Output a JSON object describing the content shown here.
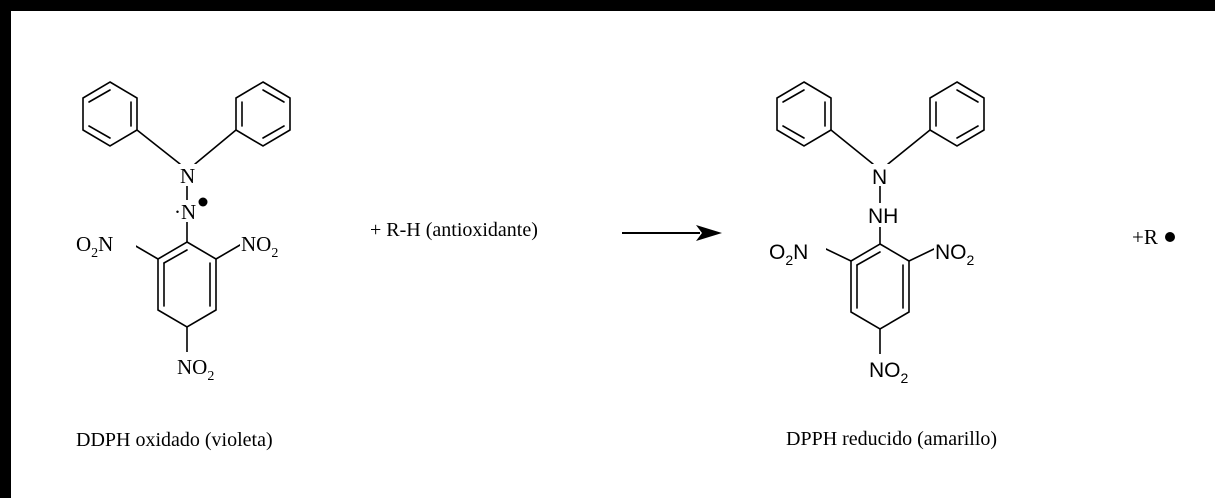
{
  "reactant": {
    "caption": "DDPH oxidado (violeta)",
    "n_top": "N",
    "n_radical": "·N",
    "o2n_left_o": "O",
    "o2n_left_sub": "2",
    "o2n_left_n": "N",
    "no2_right_n": "NO",
    "no2_right_sub": "2",
    "no2_bottom_n": "NO",
    "no2_bottom_sub": "2"
  },
  "reagent": {
    "label": "+ R-H (antioxidante)"
  },
  "product": {
    "caption": "DPPH reducido (amarillo)",
    "n_top": "N",
    "nh": "NH",
    "o2n_left_o": "O",
    "o2n_left_sub": "2",
    "o2n_left_n": "N",
    "no2_right_n": "NO",
    "no2_right_sub": "2",
    "no2_bottom_n": "NO",
    "no2_bottom_sub": "2"
  },
  "byproduct": {
    "label": "+R"
  },
  "colors": {
    "frame": "#000000",
    "background": "#ffffff",
    "ink": "#000000"
  }
}
